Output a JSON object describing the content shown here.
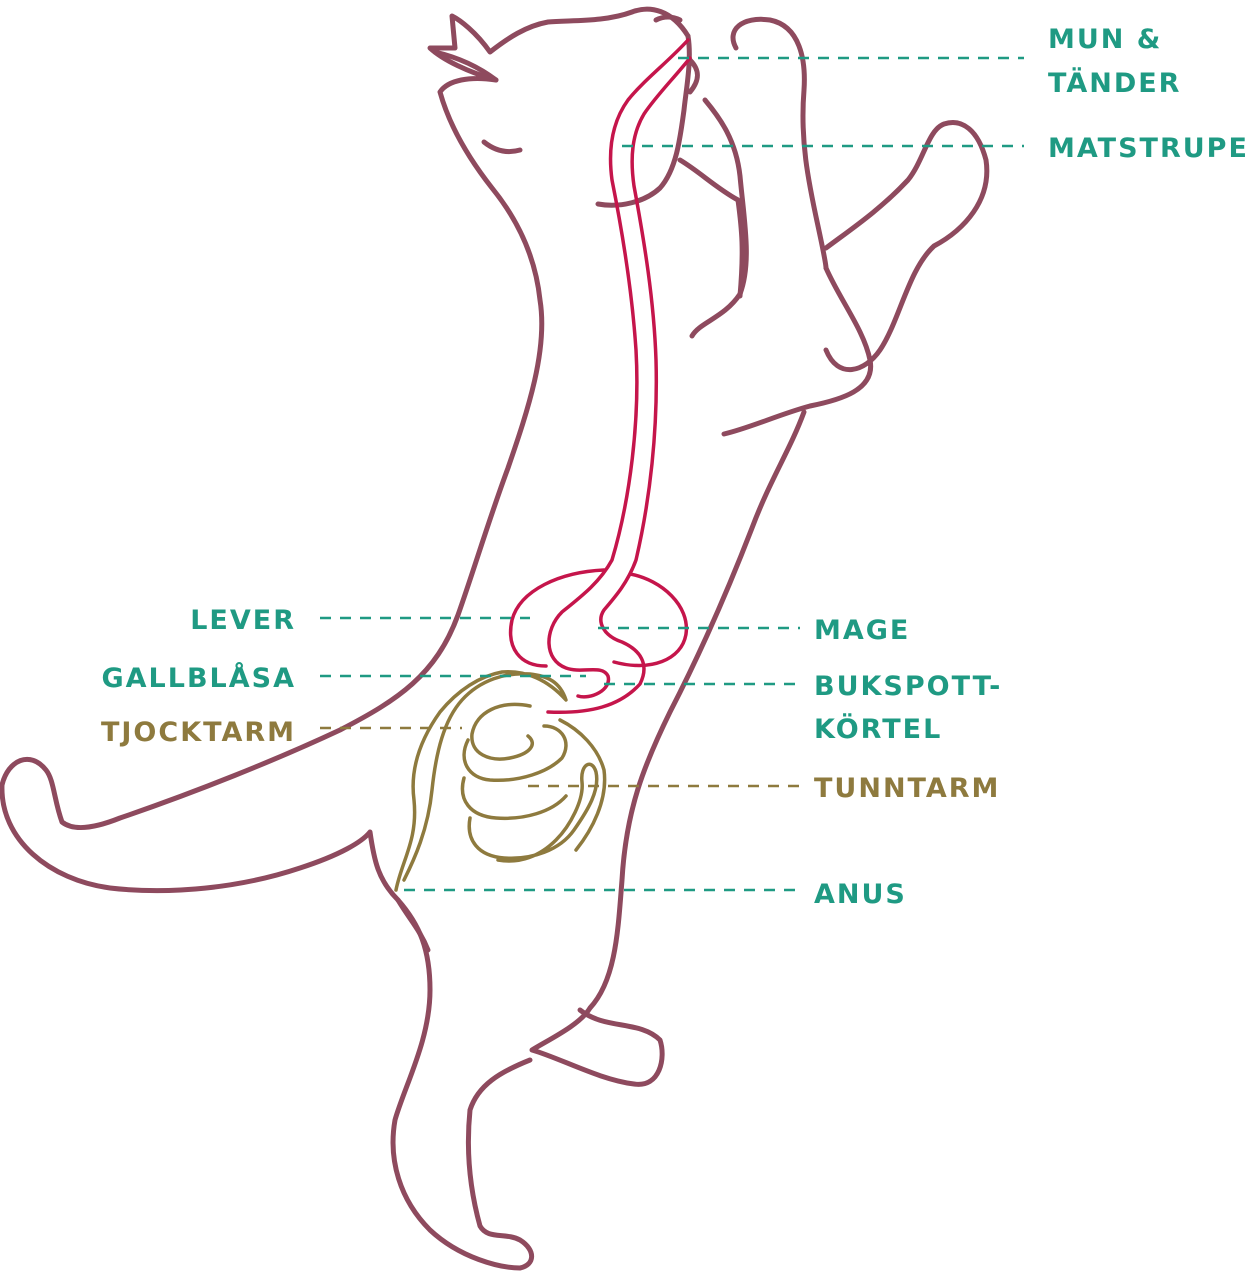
{
  "colors": {
    "outline": "#8e4a5e",
    "digestive_tract": "#c5154b",
    "intestine": "#8e7a3e",
    "label_teal": "#1f9a83",
    "label_olive": "#8e7a3e"
  },
  "labels": {
    "mouth_teeth_1": "MUN &",
    "mouth_teeth_2": "TÄNDER",
    "esophagus": "MATSTRUPE",
    "liver": "LEVER",
    "gallbladder": "GALLBLÅSA",
    "large_intestine": "TJOCKTARM",
    "stomach": "MAGE",
    "pancreas_1": "BUKSPOTT-",
    "pancreas_2": "KÖRTEL",
    "small_intestine": "TUNNTARM",
    "anus": "ANUS"
  }
}
